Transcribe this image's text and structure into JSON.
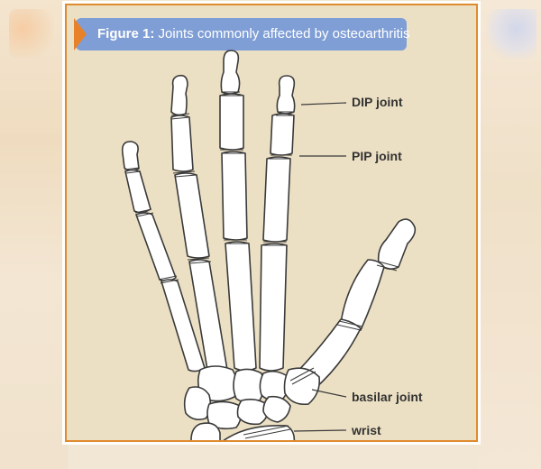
{
  "figure": {
    "caption_label": "Figure 1:",
    "caption_text": "Joints commonly affected by osteoarthritis"
  },
  "labels": {
    "dip": "DIP joint",
    "pip": "PIP joint",
    "basilar": "basilar joint",
    "wrist": "wrist"
  },
  "colors": {
    "panel_background": "#ece0c4",
    "panel_border": "#e08a2e",
    "caption_background": "#7f9ed6",
    "caption_arrow": "#e8822a",
    "bone_fill": "#ffffff",
    "bone_outline": "#3a3a3a"
  }
}
